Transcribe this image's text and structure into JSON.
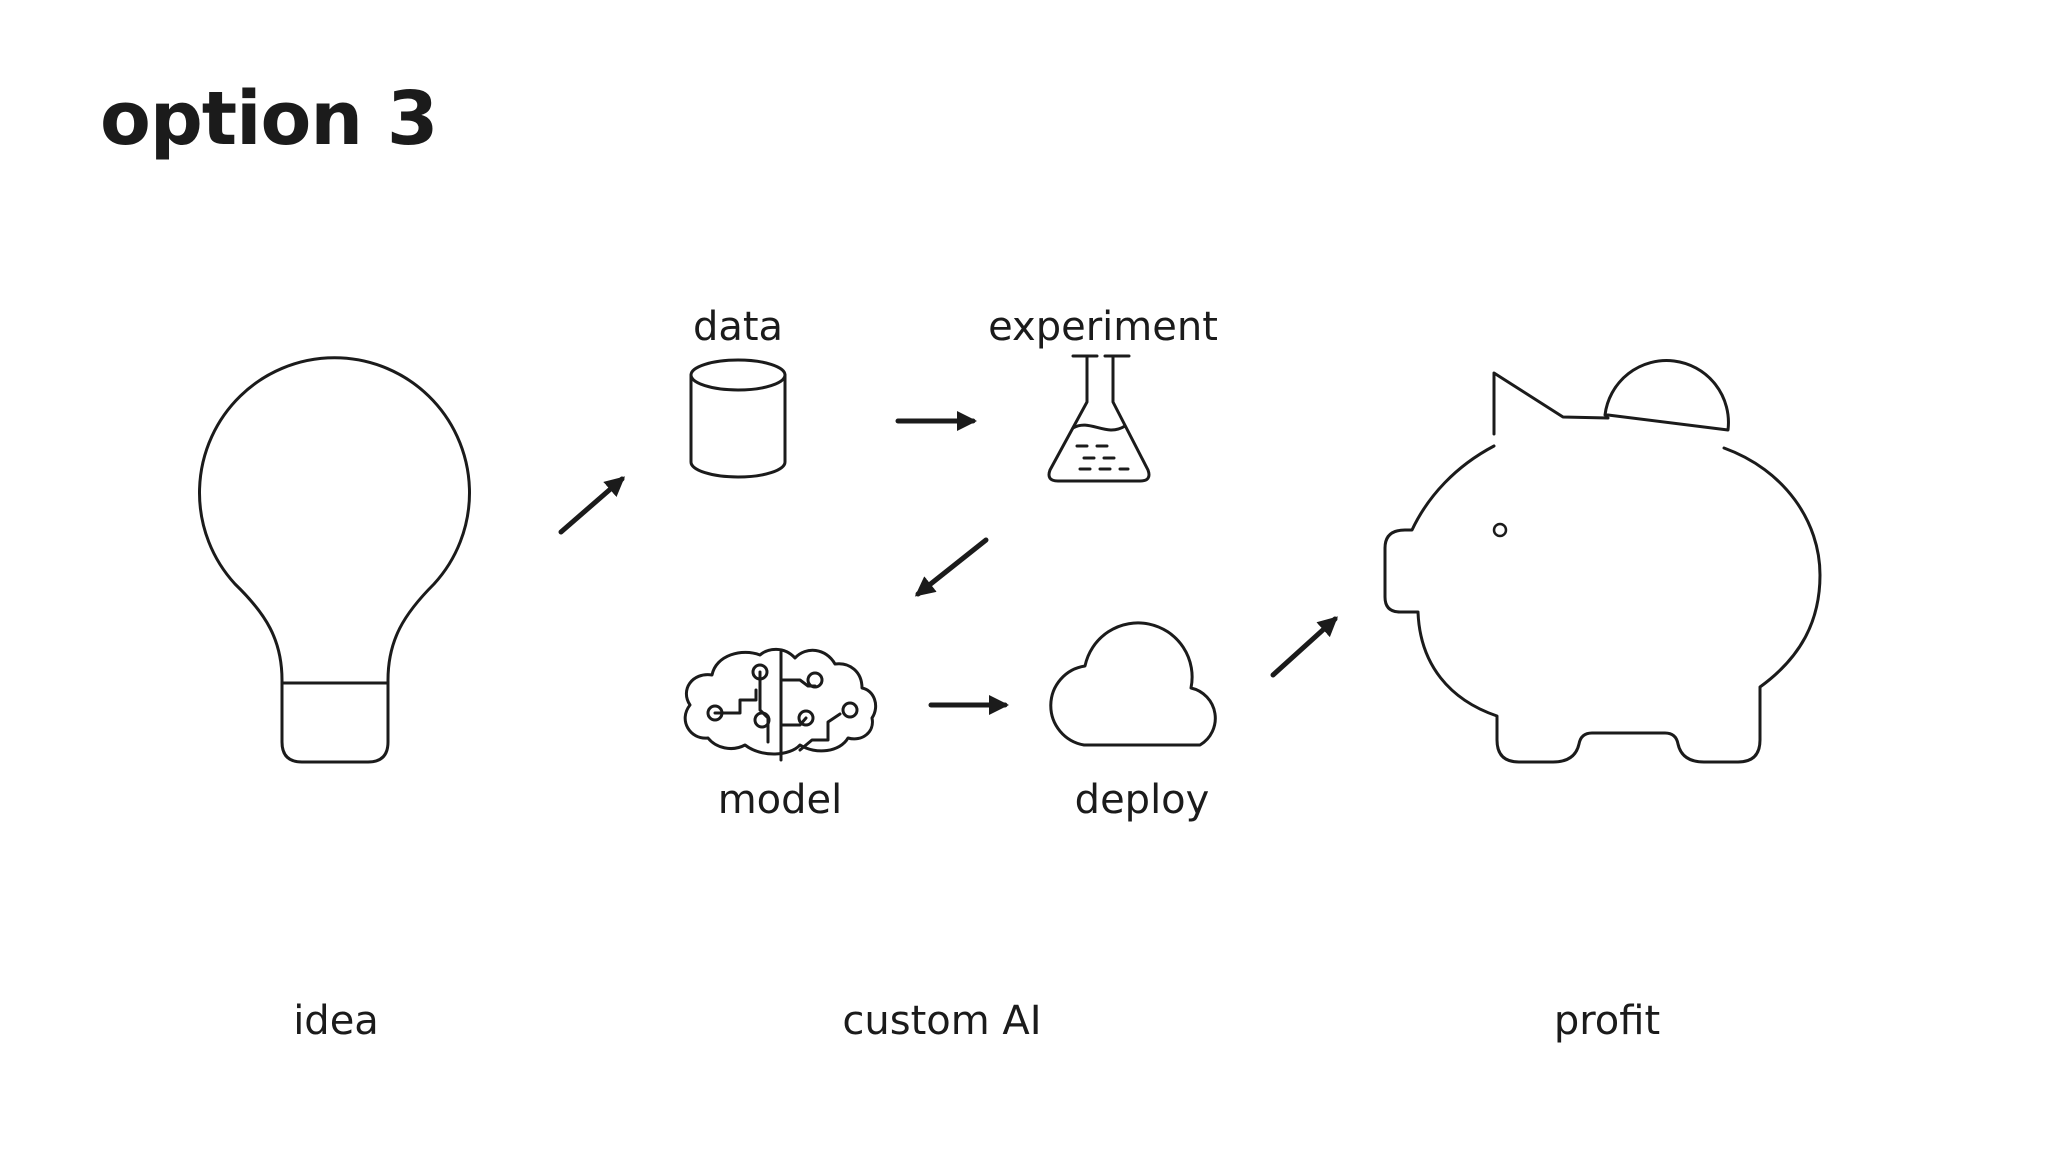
{
  "slide": {
    "title": "option 3"
  },
  "stages": {
    "idea": "idea",
    "custom_ai": "custom AI",
    "profit": "profit"
  },
  "steps": {
    "data": "data",
    "experiment": "experiment",
    "model": "model",
    "deploy": "deploy"
  },
  "icons": {
    "idea": "lightbulb-icon",
    "data": "database-icon",
    "experiment": "flask-icon",
    "model": "brain-circuit-icon",
    "deploy": "cloud-icon",
    "profit": "piggy-bank-icon"
  },
  "colors": {
    "ink": "#1b1b1b",
    "background": "#ffffff"
  }
}
